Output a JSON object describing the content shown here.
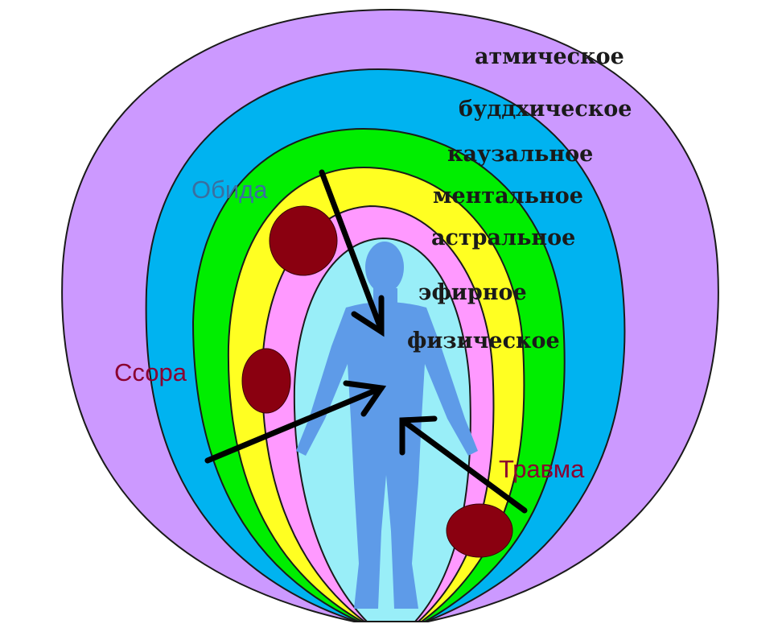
{
  "layers": [
    {
      "label": "атмическое",
      "color": "#cc99ff"
    },
    {
      "label": "буддхическое",
      "color": "#00b3f0"
    },
    {
      "label": "каузальное",
      "color": "#00ee00"
    },
    {
      "label": "ментальное",
      "color": "#ffff22"
    },
    {
      "label": "астральное",
      "color": "#ff99ff"
    },
    {
      "label": "эфирное",
      "color": "#99eef8"
    },
    {
      "label": "физическое",
      "color": "#5e9be8"
    }
  ],
  "problems": [
    {
      "label": "Обида",
      "color": "#3a6fa0"
    },
    {
      "label": "Ссора",
      "color": "#8b0030"
    },
    {
      "label": "Травма",
      "color": "#8b0030"
    }
  ],
  "colors": {
    "blob": "#8a0010",
    "arrow": "#000000",
    "outline": "#1a1a1a"
  }
}
